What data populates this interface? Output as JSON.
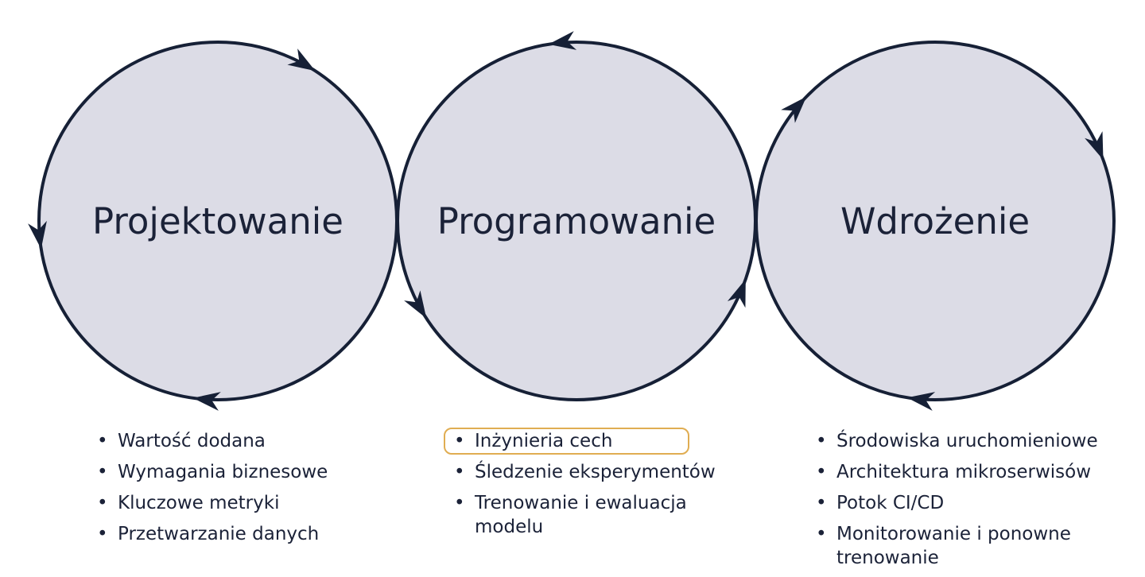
{
  "stages": [
    {
      "title": "Projektowanie",
      "items": [
        {
          "text": "Wartość dodana",
          "highlight": false
        },
        {
          "text": "Wymagania biznesowe",
          "highlight": false
        },
        {
          "text": "Kluczowe metryki",
          "highlight": false
        },
        {
          "text": "Przetwarzanie danych",
          "highlight": false
        }
      ]
    },
    {
      "title": "Programowanie",
      "items": [
        {
          "text": "Inżynieria cech",
          "highlight": true
        },
        {
          "text": "Śledzenie eksperymentów",
          "highlight": false
        },
        {
          "text": "Trenowanie i ewaluacja modelu",
          "highlight": false
        }
      ]
    },
    {
      "title": "Wdrożenie",
      "items": [
        {
          "text": "Środowiska uruchomieniowe",
          "highlight": false
        },
        {
          "text": "Architektura mikroserwisów",
          "highlight": false
        },
        {
          "text": "Potok CI/CD",
          "highlight": false
        },
        {
          "text": "Monitorowanie i ponowne trenowanie",
          "highlight": false
        }
      ]
    }
  ],
  "colors": {
    "circle_fill": "#dcdce6",
    "stroke": "#162036",
    "text": "#1b2238",
    "highlight_border": "#e0ad52"
  }
}
